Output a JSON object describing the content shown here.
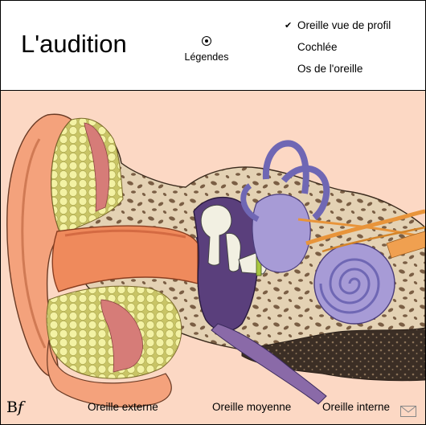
{
  "header": {
    "title": "L'audition",
    "legend_label": "Légendes"
  },
  "menu": {
    "items": [
      {
        "label": "Oreille vue de profil",
        "checked": true
      },
      {
        "label": "Cochlée",
        "checked": false
      },
      {
        "label": "Os de l'oreille",
        "checked": false
      }
    ],
    "check_glyph": "✔"
  },
  "footer": {
    "brand_b": "B",
    "brand_f": "f",
    "labels": [
      "Oreille externe",
      "Oreille moyenne",
      "Oreille interne"
    ],
    "mail_icon": "envelope-icon"
  },
  "colors": {
    "background": "#fcd8c4",
    "skin": "#f4a27c",
    "canal": "#ef8a5c",
    "bone": "#e4d2b4",
    "bone_spots": "#7a5e44",
    "cartilage": "#f3f2a4",
    "middle_ear": "#5a3f7c",
    "cochlea": "#a79bd6",
    "nerve": "#e8943a",
    "muscle": "#d67c78"
  }
}
